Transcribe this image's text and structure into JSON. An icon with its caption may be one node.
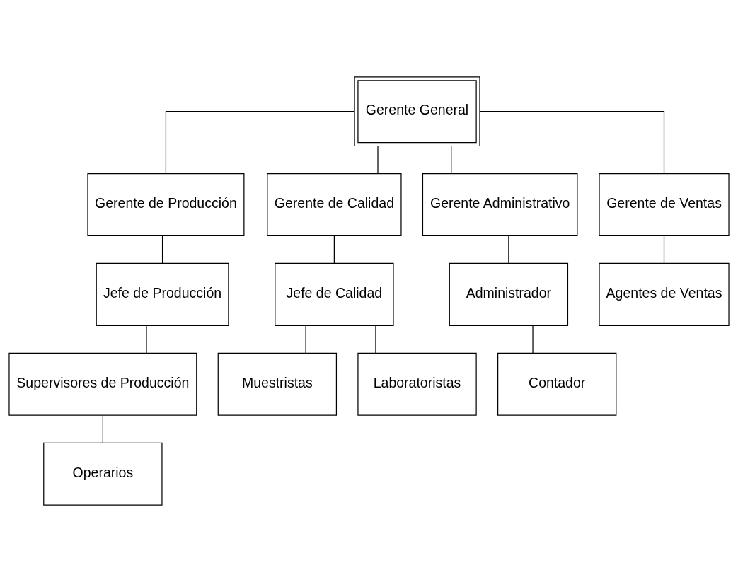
{
  "diagram": {
    "nodes": [
      {
        "text": [
          "Gerente General"
        ]
      },
      {
        "text": [
          "Gerente de Producción"
        ]
      },
      {
        "text": [
          "Gerente de Calidad"
        ]
      },
      {
        "text": [
          "Gerente Administrativo"
        ]
      },
      {
        "text": [
          "Gerente de Ventas"
        ]
      },
      {
        "text": [
          "Jefe de Producción"
        ]
      },
      {
        "text": [
          "Jefe de Calidad"
        ]
      },
      {
        "text": [
          "Administrador"
        ]
      },
      {
        "text": [
          "Agentes de Ventas"
        ]
      },
      {
        "text": [
          "Supervisores de Producción"
        ]
      },
      {
        "text": [
          "Muestristas"
        ]
      },
      {
        "text": [
          "Contador"
        ]
      },
      {
        "text": [
          "Operarios"
        ]
      },
      {
        "text": [
          "Laboratoristas"
        ]
      }
    ],
    "edges": [
      {
        "from": 0,
        "to": 1,
        "arrow": "none"
      },
      {
        "from": 0,
        "to": 2,
        "arrow": "none"
      },
      {
        "from": 0,
        "to": 3,
        "arrow": "none"
      },
      {
        "from": 0,
        "to": 4,
        "arrow": "none"
      },
      {
        "from": 1,
        "to": 5,
        "arrow": "none"
      },
      {
        "from": 2,
        "to": 6,
        "arrow": "none"
      },
      {
        "from": 3,
        "to": 7,
        "arrow": "none"
      },
      {
        "from": 4,
        "to": 8,
        "arrow": "none"
      },
      {
        "from": 5,
        "to": 9,
        "arrow": "none"
      },
      {
        "from": 6,
        "to": 10,
        "arrow": "none"
      },
      {
        "from": 7,
        "to": 11,
        "arrow": "none"
      },
      {
        "from": 9,
        "to": 12,
        "arrow": "none"
      },
      {
        "from": 6,
        "to": 13,
        "arrow": "none"
      }
    ]
  }
}
